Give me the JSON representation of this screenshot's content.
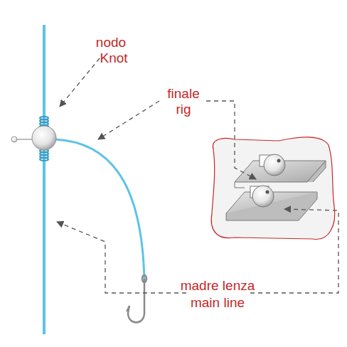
{
  "diagram": {
    "labels": [
      "nodo",
      "Knot",
      "finale",
      "rig",
      "madre lenza",
      "main line"
    ]
  }
}
